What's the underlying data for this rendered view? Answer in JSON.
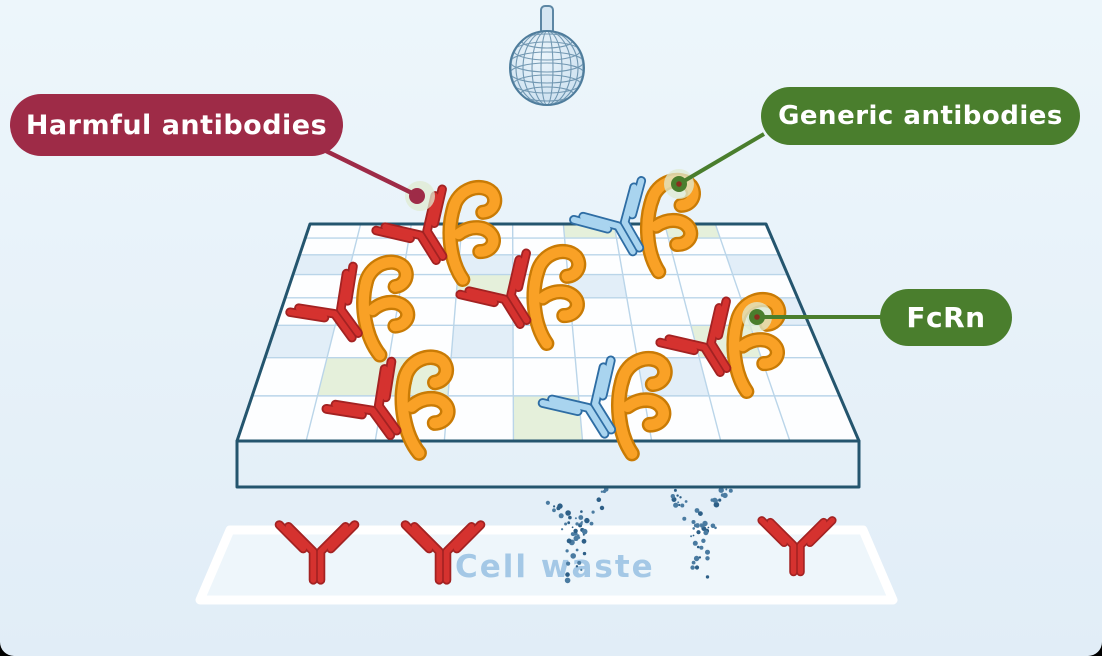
{
  "labels": {
    "harmful": {
      "text": "Harmful antibodies",
      "bg": "#9E2B47",
      "text_color": "#FFFFFF"
    },
    "generic": {
      "text": "Generic antibodies",
      "bg": "#4A7E2D",
      "text_color": "#FFFFFF"
    },
    "fcrn": {
      "text": "FcRn",
      "bg": "#4A7E2D",
      "text_color": "#FFFFFF"
    },
    "cell_waste": {
      "text": "Cell waste",
      "text_color": "#9CC4E4"
    }
  },
  "scene": {
    "microbead_count": 1,
    "platform_receptor_complexes": 7,
    "platform_bound_harmful_antibodies": 5,
    "platform_bound_generic_antibodies": 2,
    "waste_intact_antibodies": 3,
    "waste_dissolving_antibodies": 2
  },
  "colors": {
    "background_top": "#EDF6FB",
    "background_bottom": "#E1EDF7",
    "label_harmful_bg": "#9E2B47",
    "label_generic_bg": "#4A7E2D",
    "label_fcrn_bg": "#4A7E2D",
    "label_text": "#FFFFFF",
    "cell_waste_text": "#9CC4E4",
    "harmful_antibody": "#D5322F",
    "harmful_antibody_outline": "#A32222",
    "generic_antibody": "#A9D4EF",
    "generic_antibody_outline": "#2E6DA4",
    "fcrn_receptor": "#F9A126",
    "fcrn_receptor_outline": "#C97B05",
    "platform_edge": "#24556E",
    "platform_fill": "#FDFEFF",
    "grid_line": "#BAD5E9",
    "cell_tint_blue": "#E2EEF8",
    "cell_tint_green": "#E5F0DB",
    "bead_fill": "#DCEAF5",
    "bead_line": "#4F7D9C",
    "waste_dissolve_dot": "#2D5F87",
    "attachment_glow": "#DFEBD2",
    "connector_dot_core": "#8A2F1E",
    "waste_panel_border": "#FFFFFF",
    "waste_panel_fill": "#EEF6FB"
  }
}
